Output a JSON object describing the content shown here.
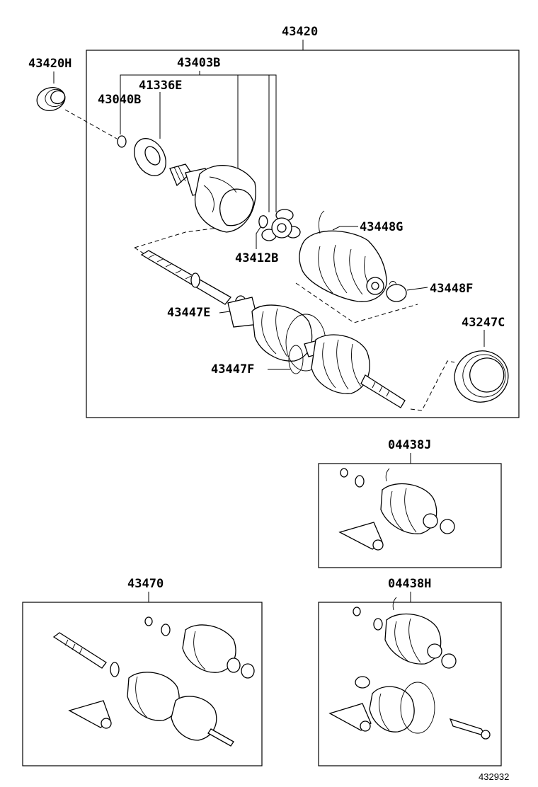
{
  "labels": {
    "assembly": "43420",
    "part_43420h": "43420H",
    "part_43403b": "43403B",
    "part_41336e": "41336E",
    "part_43040b": "43040B",
    "part_43448g": "43448G",
    "part_43412b": "43412B",
    "part_43448f": "43448F",
    "part_43447e": "43447E",
    "part_43247c": "43247C",
    "part_43447f": "43447F",
    "kit_04438j": "04438J",
    "kit_43470": "43470",
    "kit_04438h": "04438H"
  },
  "reference_number": "432932"
}
